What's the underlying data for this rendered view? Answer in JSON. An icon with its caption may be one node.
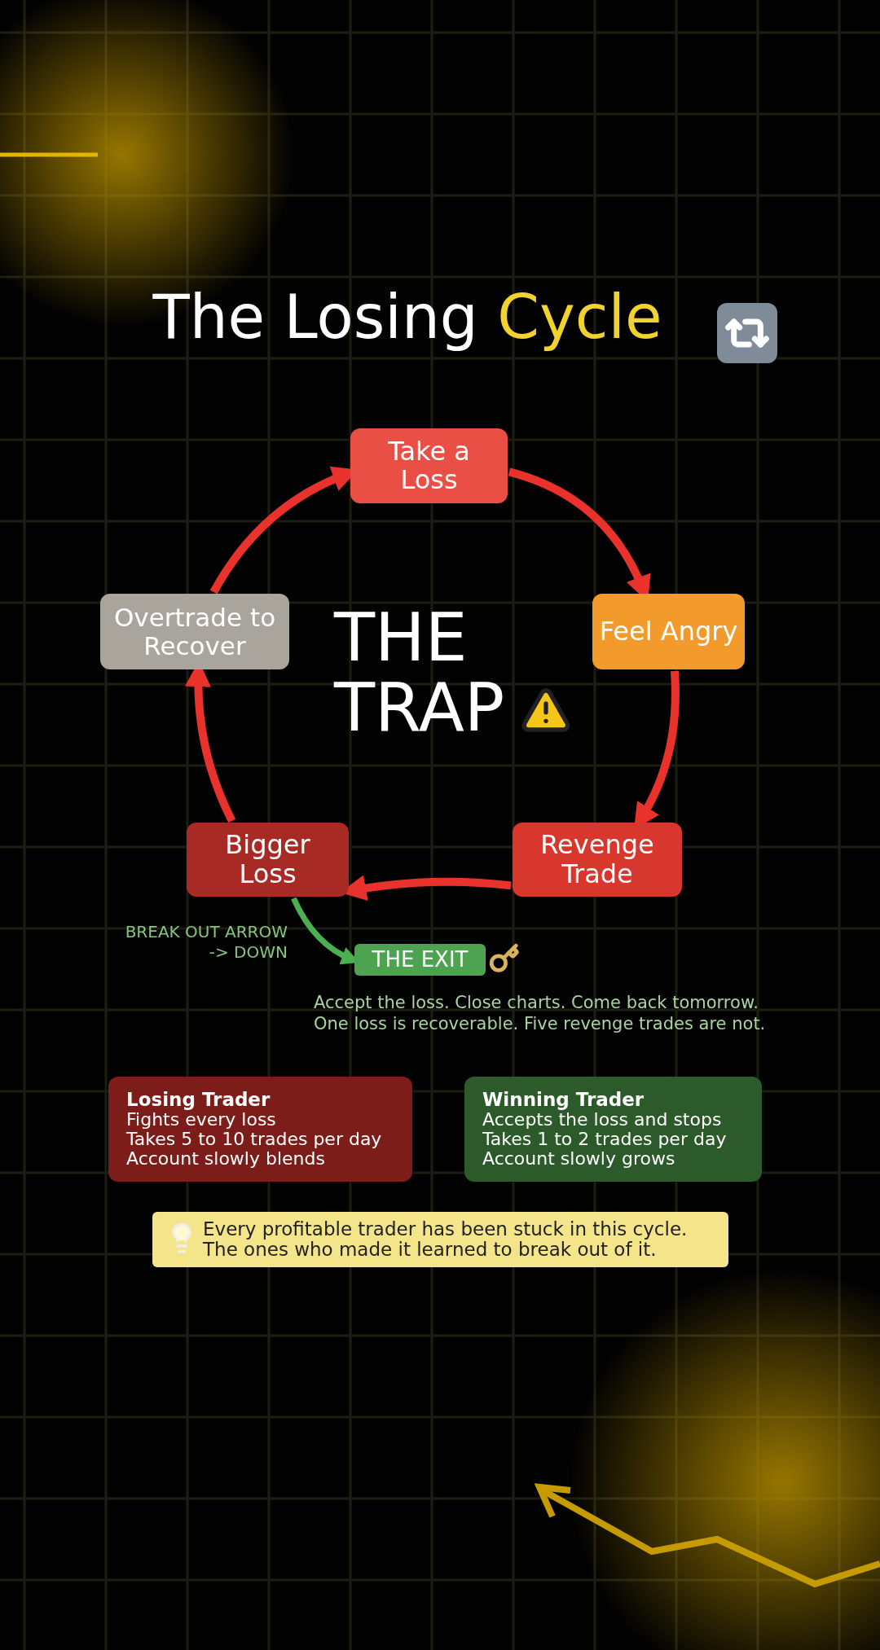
{
  "diagram": {
    "title": "The Losing Cycle",
    "nodes": [
      {
        "text": [
          "Take a Loss"
        ]
      },
      {
        "text": [
          "Feel Angry"
        ]
      },
      {
        "text": [
          "Revenge Trade"
        ]
      },
      {
        "text": [
          "Bigger Loss"
        ]
      },
      {
        "text": [
          "Overtrade to Recover"
        ]
      },
      {
        "text": [
          "THE EXIT"
        ]
      },
      {
        "text": [
          "Losing Trader",
          "Fights every loss",
          "Takes 5 to 10 trades per day",
          "Account slowly blends"
        ]
      },
      {
        "text": [
          "Winning Trader",
          "Accepts the loss and stops",
          "Takes 1 to 2 trades per day",
          "Account slowly grows"
        ]
      },
      {
        "text": [
          "Every profitable trader has been stuck in this cycle. The ones who made it learned to break out of it."
        ]
      }
    ],
    "edges": [
      {
        "from": 0,
        "to": 1,
        "arrow": "to"
      },
      {
        "from": 1,
        "to": 2,
        "arrow": "to"
      },
      {
        "from": 2,
        "to": 3,
        "arrow": "to"
      },
      {
        "from": 3,
        "to": 4,
        "arrow": "to"
      },
      {
        "from": 4,
        "to": 0,
        "arrow": "to"
      },
      {
        "from": 3,
        "to": 5,
        "arrow": "to",
        "color": "#4caf50"
      }
    ],
    "labels": [
      "THE TRAP",
      "BREAK OUT ARROW -> DOWN",
      "Accept the loss. Close charts. Come back tomorrow. One loss is recoverable. Five revenge trades are not."
    ]
  }
}
